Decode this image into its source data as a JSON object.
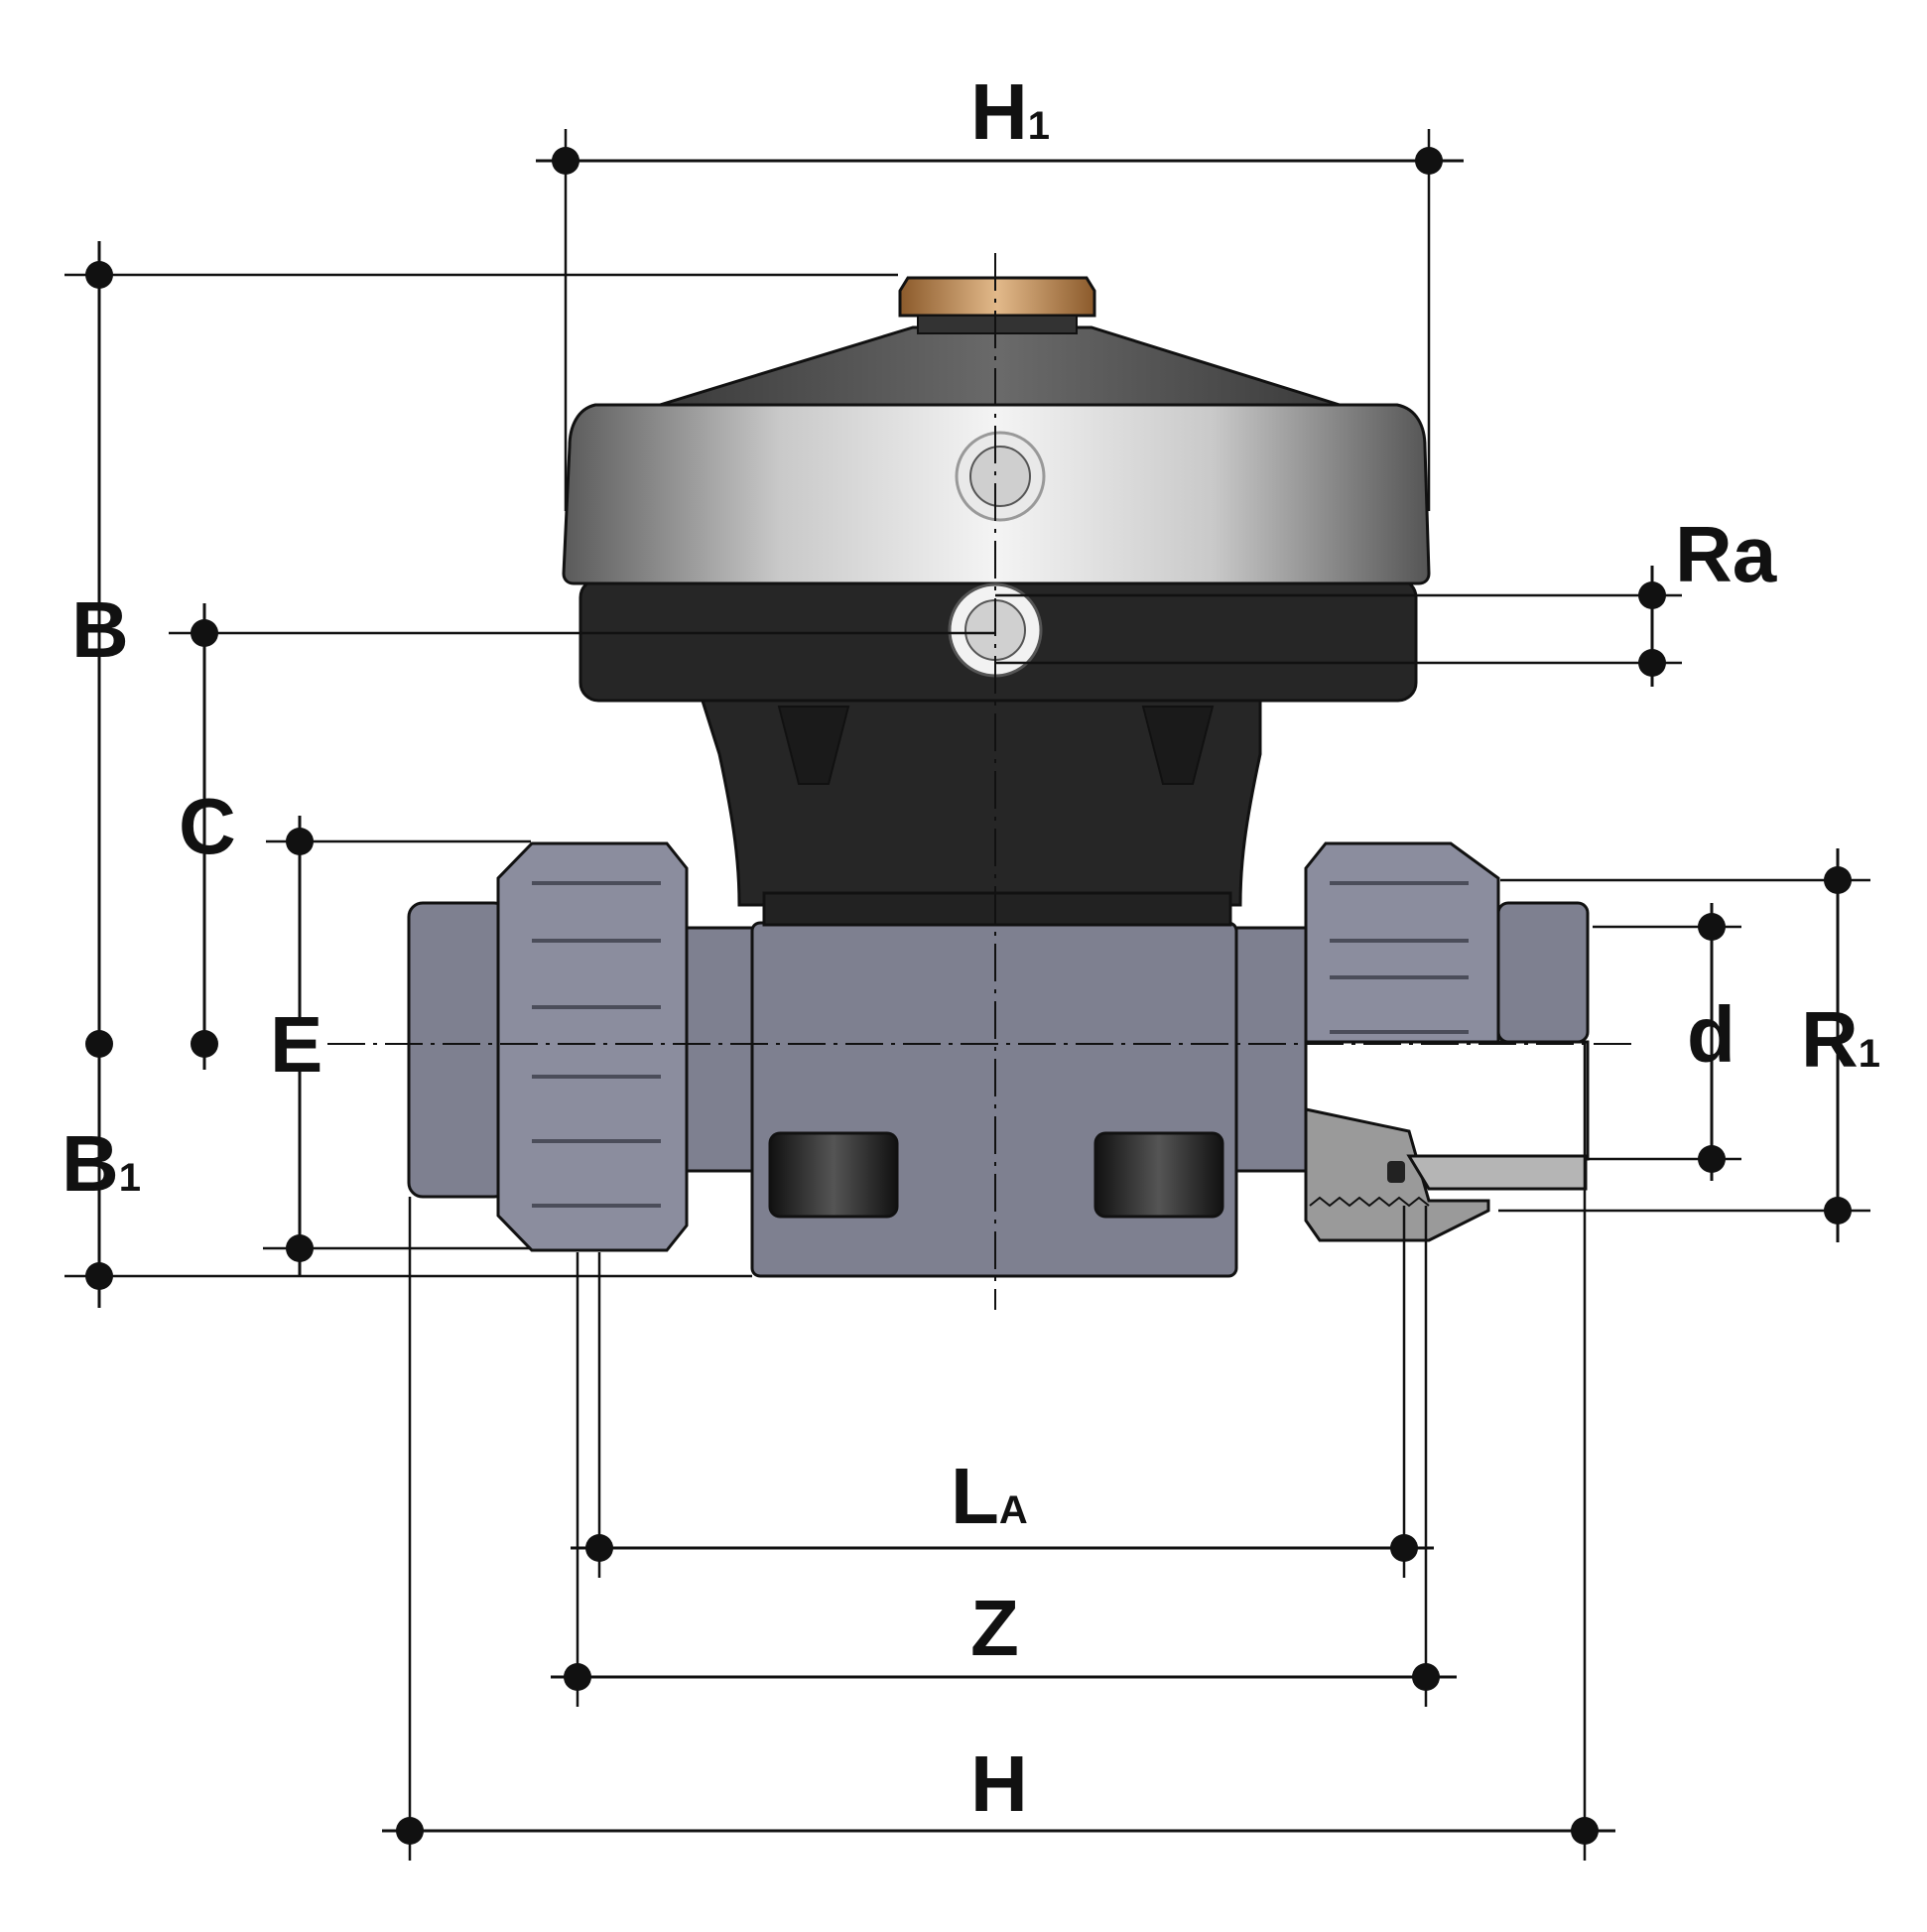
{
  "colors": {
    "line": "#111111",
    "valve_body": "#7e8090",
    "union_nut": "#8b8d9e",
    "actuator_black": "#262626",
    "actuator_silver": "#d8d8d8",
    "brass_cap": "#c89a6a"
  },
  "labels": {
    "H1": {
      "main": "H",
      "sub": "1"
    },
    "B": {
      "main": "B",
      "sub": ""
    },
    "Ra": {
      "main": "Ra",
      "sub": ""
    },
    "C": {
      "main": "C",
      "sub": ""
    },
    "E": {
      "main": "E",
      "sub": ""
    },
    "d": {
      "main": "d",
      "sub": ""
    },
    "R1": {
      "main": "R",
      "sub": "1"
    },
    "B1": {
      "main": "B",
      "sub": "1"
    },
    "LA": {
      "main": "L",
      "sub": "A"
    },
    "Z": {
      "main": "Z",
      "sub": ""
    },
    "H": {
      "main": "H",
      "sub": ""
    }
  }
}
